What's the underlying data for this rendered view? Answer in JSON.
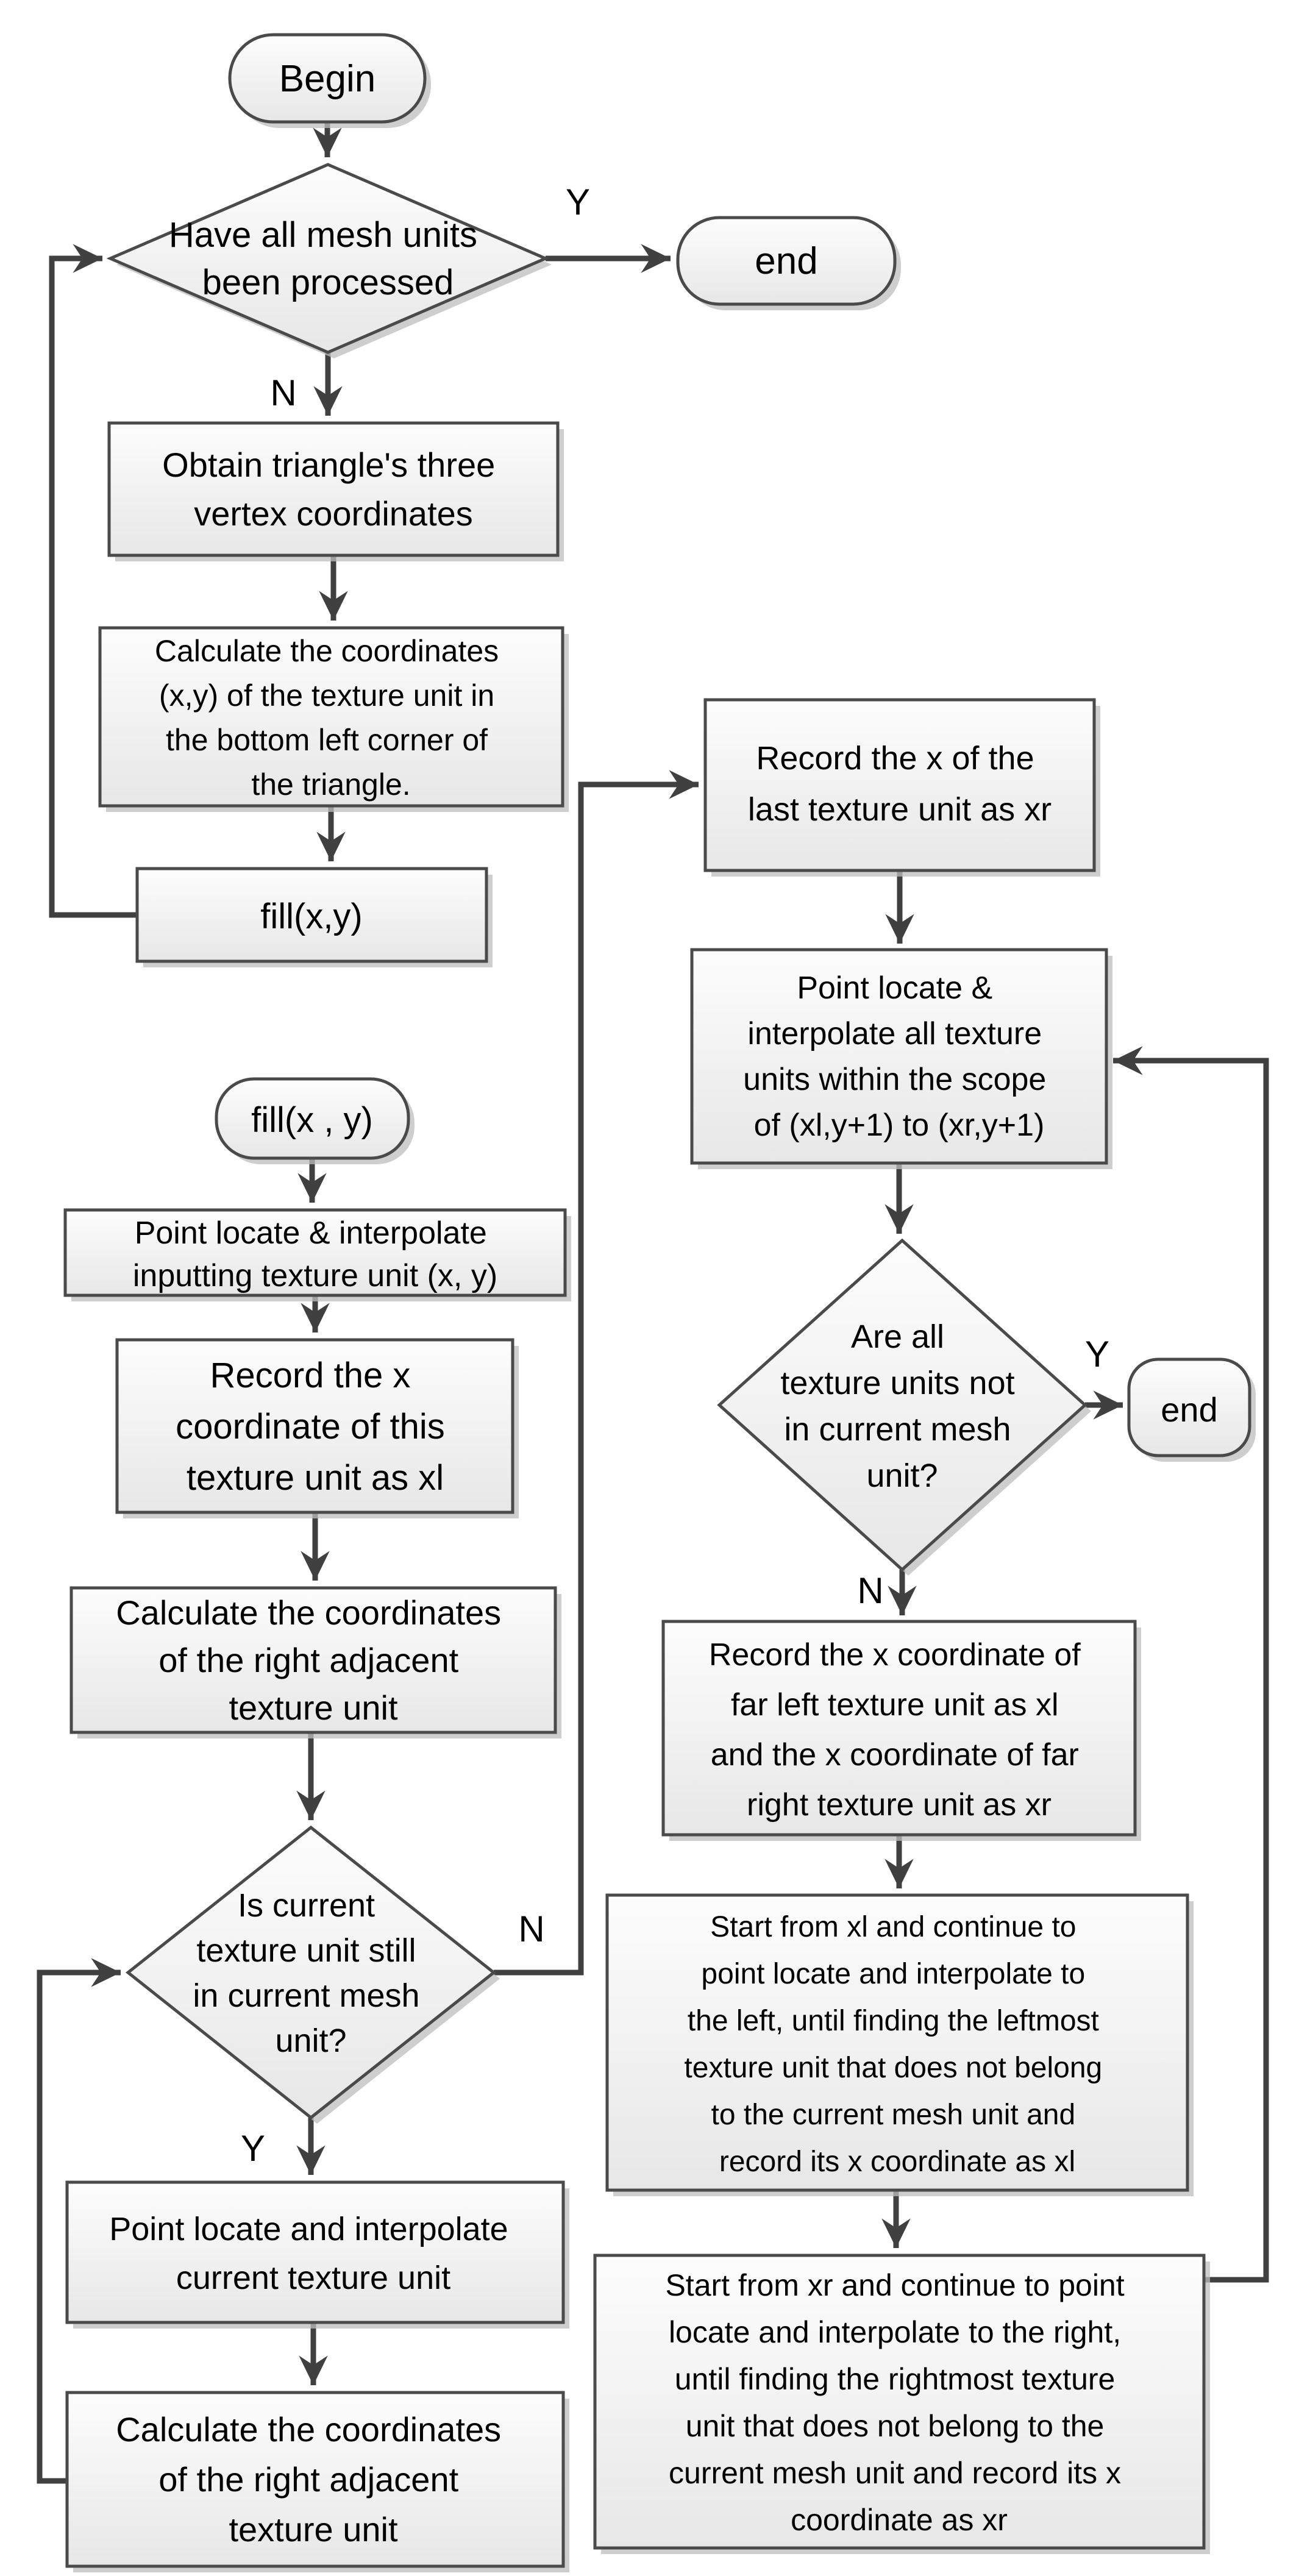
{
  "diagram": {
    "type": "flowchart",
    "colors": {
      "bg": "#ffffff",
      "text": "#000000",
      "line": "#404040",
      "border": "#4a4a4a",
      "fill_top": "#fdfdfd",
      "fill_bot": "#e7e7e7",
      "shadow": "#bdbdbd"
    },
    "nodes": {
      "begin": {
        "type": "terminator",
        "label": "Begin"
      },
      "d1": {
        "type": "decision",
        "lines": [
          "Have all mesh units",
          "been processed"
        ]
      },
      "end1": {
        "type": "terminator",
        "label": "end"
      },
      "obtain": {
        "type": "process",
        "lines": [
          "Obtain triangle's three",
          "vertex coordinates"
        ]
      },
      "calc_bl": {
        "type": "process",
        "lines": [
          "Calculate the coordinates",
          "(x,y) of the texture unit in",
          "the bottom left corner of",
          "the triangle."
        ]
      },
      "fill_call": {
        "type": "process",
        "label": "fill(x,y)"
      },
      "fill_def": {
        "type": "terminator",
        "label": "fill(x , y)"
      },
      "pl_input": {
        "type": "process",
        "lines": [
          "Point locate & interpolate",
          "inputting texture unit (x, y)"
        ]
      },
      "rec_xl": {
        "type": "process",
        "lines": [
          "Record the x",
          "coordinate of this",
          "texture unit as xl"
        ]
      },
      "calc_right1": {
        "type": "process",
        "lines": [
          "Calculate the coordinates",
          "of the right adjacent",
          "texture unit"
        ]
      },
      "d2": {
        "type": "decision",
        "lines": [
          "Is current",
          "texture unit still",
          "in current mesh",
          "unit?"
        ]
      },
      "pl_current": {
        "type": "process",
        "lines": [
          "Point locate and interpolate",
          "current texture unit"
        ]
      },
      "calc_right2": {
        "type": "process",
        "lines": [
          "Calculate the coordinates",
          "of the right adjacent",
          "texture unit"
        ]
      },
      "rec_xr": {
        "type": "process",
        "lines": [
          "Record the x of the",
          "last texture unit as xr"
        ]
      },
      "pl_scope": {
        "type": "process",
        "lines": [
          "Point locate &",
          "interpolate all texture",
          "units within the scope",
          "of (xl,y+1) to  (xr,y+1)"
        ]
      },
      "d3": {
        "type": "decision",
        "lines": [
          "Are all",
          "texture units not",
          "in current mesh",
          "unit?"
        ]
      },
      "end2": {
        "type": "terminator",
        "label": "end"
      },
      "rec_far": {
        "type": "process",
        "lines": [
          "Record the x coordinate of",
          "far left texture unit as xl",
          "and the x coordinate of far",
          "right texture unit as xr"
        ]
      },
      "start_xl": {
        "type": "process",
        "lines": [
          "Start from xl and continue to",
          "point locate and interpolate to",
          "the left, until finding the leftmost",
          "texture unit that does not belong",
          "to the current mesh unit and",
          "record its x coordinate as xl"
        ]
      },
      "start_xr": {
        "type": "process",
        "lines": [
          "Start from xr and continue to point",
          "locate and interpolate to the right,",
          "until finding the rightmost texture",
          "unit that does not belong to the",
          "current mesh unit and record its x",
          "coordinate as xr"
        ]
      }
    },
    "edge_labels": {
      "y1": "Y",
      "n1": "N",
      "n2": "N",
      "y2": "Y",
      "y3": "Y",
      "n3": "N"
    }
  }
}
